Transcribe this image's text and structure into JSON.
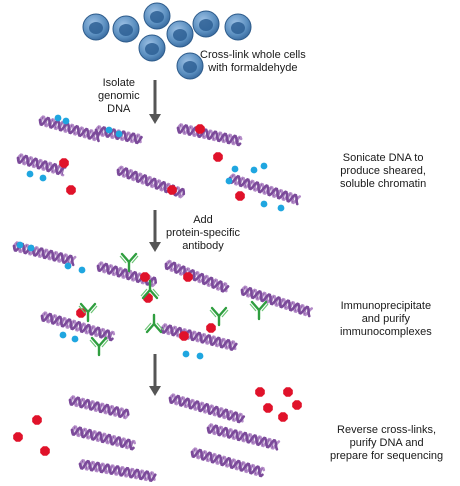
{
  "steps": [
    {
      "id": "crosslink",
      "lines": [
        "Cross-link whole cells",
        "with formaldehyde"
      ]
    },
    {
      "id": "isolate",
      "lines": [
        "Isolate",
        "genomic",
        "DNA"
      ]
    },
    {
      "id": "sonicate",
      "lines": [
        "Sonicate DNA to",
        "produce sheared,",
        "soluble chromatin"
      ]
    },
    {
      "id": "antibody",
      "lines": [
        "Add",
        "protein-specific",
        "antibody"
      ]
    },
    {
      "id": "immunoprecipitate",
      "lines": [
        "Immunoprecipitate",
        "and purify",
        "immunocomplexes"
      ]
    },
    {
      "id": "reverse",
      "lines": [
        "Reverse cross-links,",
        "purify DNA and",
        "prepare for sequencing"
      ]
    }
  ],
  "colors": {
    "cell_fill": "#5b8fc0",
    "cell_nucleus": "#2d5f94",
    "dna": "#7b4a9a",
    "dna_light": "#b48cc8",
    "protein_red": "#e0122a",
    "protein_blue": "#1fa6e0",
    "antibody": "#2f9e3f",
    "arrow": "#555555"
  },
  "icons": {
    "cell": "cell-icon",
    "dna": "dna-helix-icon",
    "red_protein": "red-protein-icon",
    "blue_protein": "blue-protein-icon",
    "antibody": "antibody-icon",
    "arrow": "down-arrow-icon"
  }
}
